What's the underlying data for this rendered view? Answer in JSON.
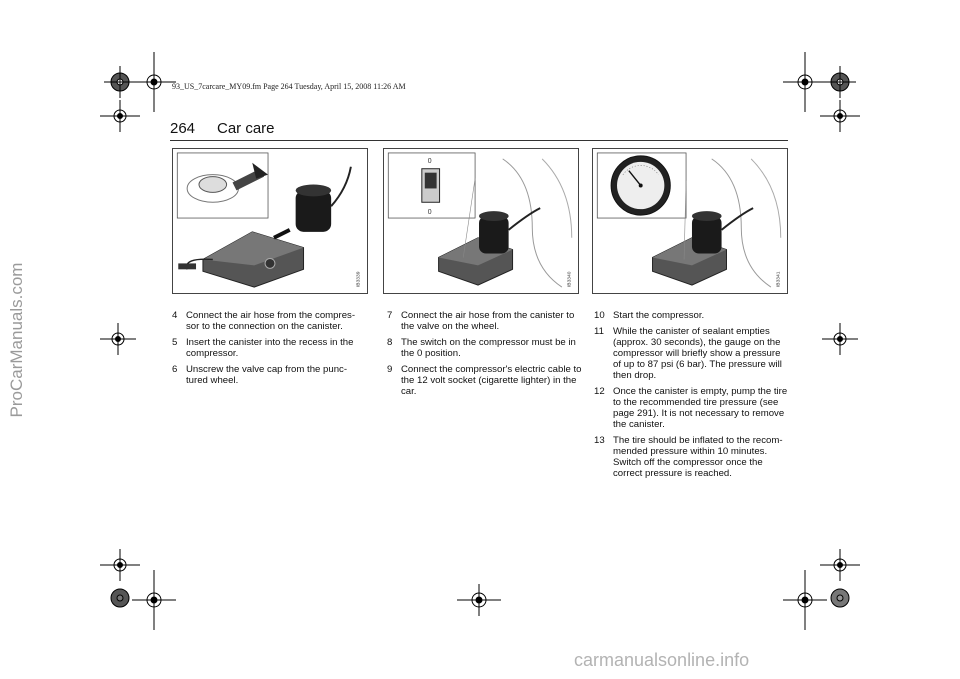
{
  "file_header": "93_US_7carcare_MY09.fm  Page 264  Tuesday, April 15, 2008  11:26 AM",
  "page_number": "264",
  "section_title": "Car care",
  "figures": [
    {
      "code": "IB3339"
    },
    {
      "code": "IB3340",
      "switch_on_label": "0",
      "switch_off_label": "0"
    },
    {
      "code": "IB3341"
    }
  ],
  "columns": [
    {
      "steps": [
        {
          "n": "4",
          "text": "Connect the air hose from the compres-sor to the connection on the canister."
        },
        {
          "n": "5",
          "text": "Insert the canister into the recess in the compressor."
        },
        {
          "n": "6",
          "text": "Unscrew the valve cap from the punc-tured wheel."
        }
      ]
    },
    {
      "steps": [
        {
          "n": "7",
          "text": "Connect the air hose from the canister to the valve on the wheel."
        },
        {
          "n": "8",
          "text": "The switch on the compressor must be in the 0 position."
        },
        {
          "n": "9",
          "text": "Connect the compressor's electric cable to the 12 volt socket (cigarette lighter) in the car."
        }
      ]
    },
    {
      "steps": [
        {
          "n": "10",
          "text": "Start the compressor."
        },
        {
          "n": "11",
          "text": "While the canister of sealant empties (approx. 30 seconds), the gauge on the compressor will briefly show a pressure of up to 87 psi (6 bar). The pressure will then drop."
        },
        {
          "n": "12",
          "text": "Once the canister is empty, pump the tire to the recommended tire pressure (see page 291). It is not necessary to remove the canister."
        },
        {
          "n": "13",
          "text": "The tire should be inflated to the recom-mended pressure within 10 minutes. Switch off the compressor once the correct pressure is reached."
        }
      ]
    }
  ],
  "watermark_left": "ProCarManuals.com",
  "watermark_bottom": "carmanualsonline.info"
}
